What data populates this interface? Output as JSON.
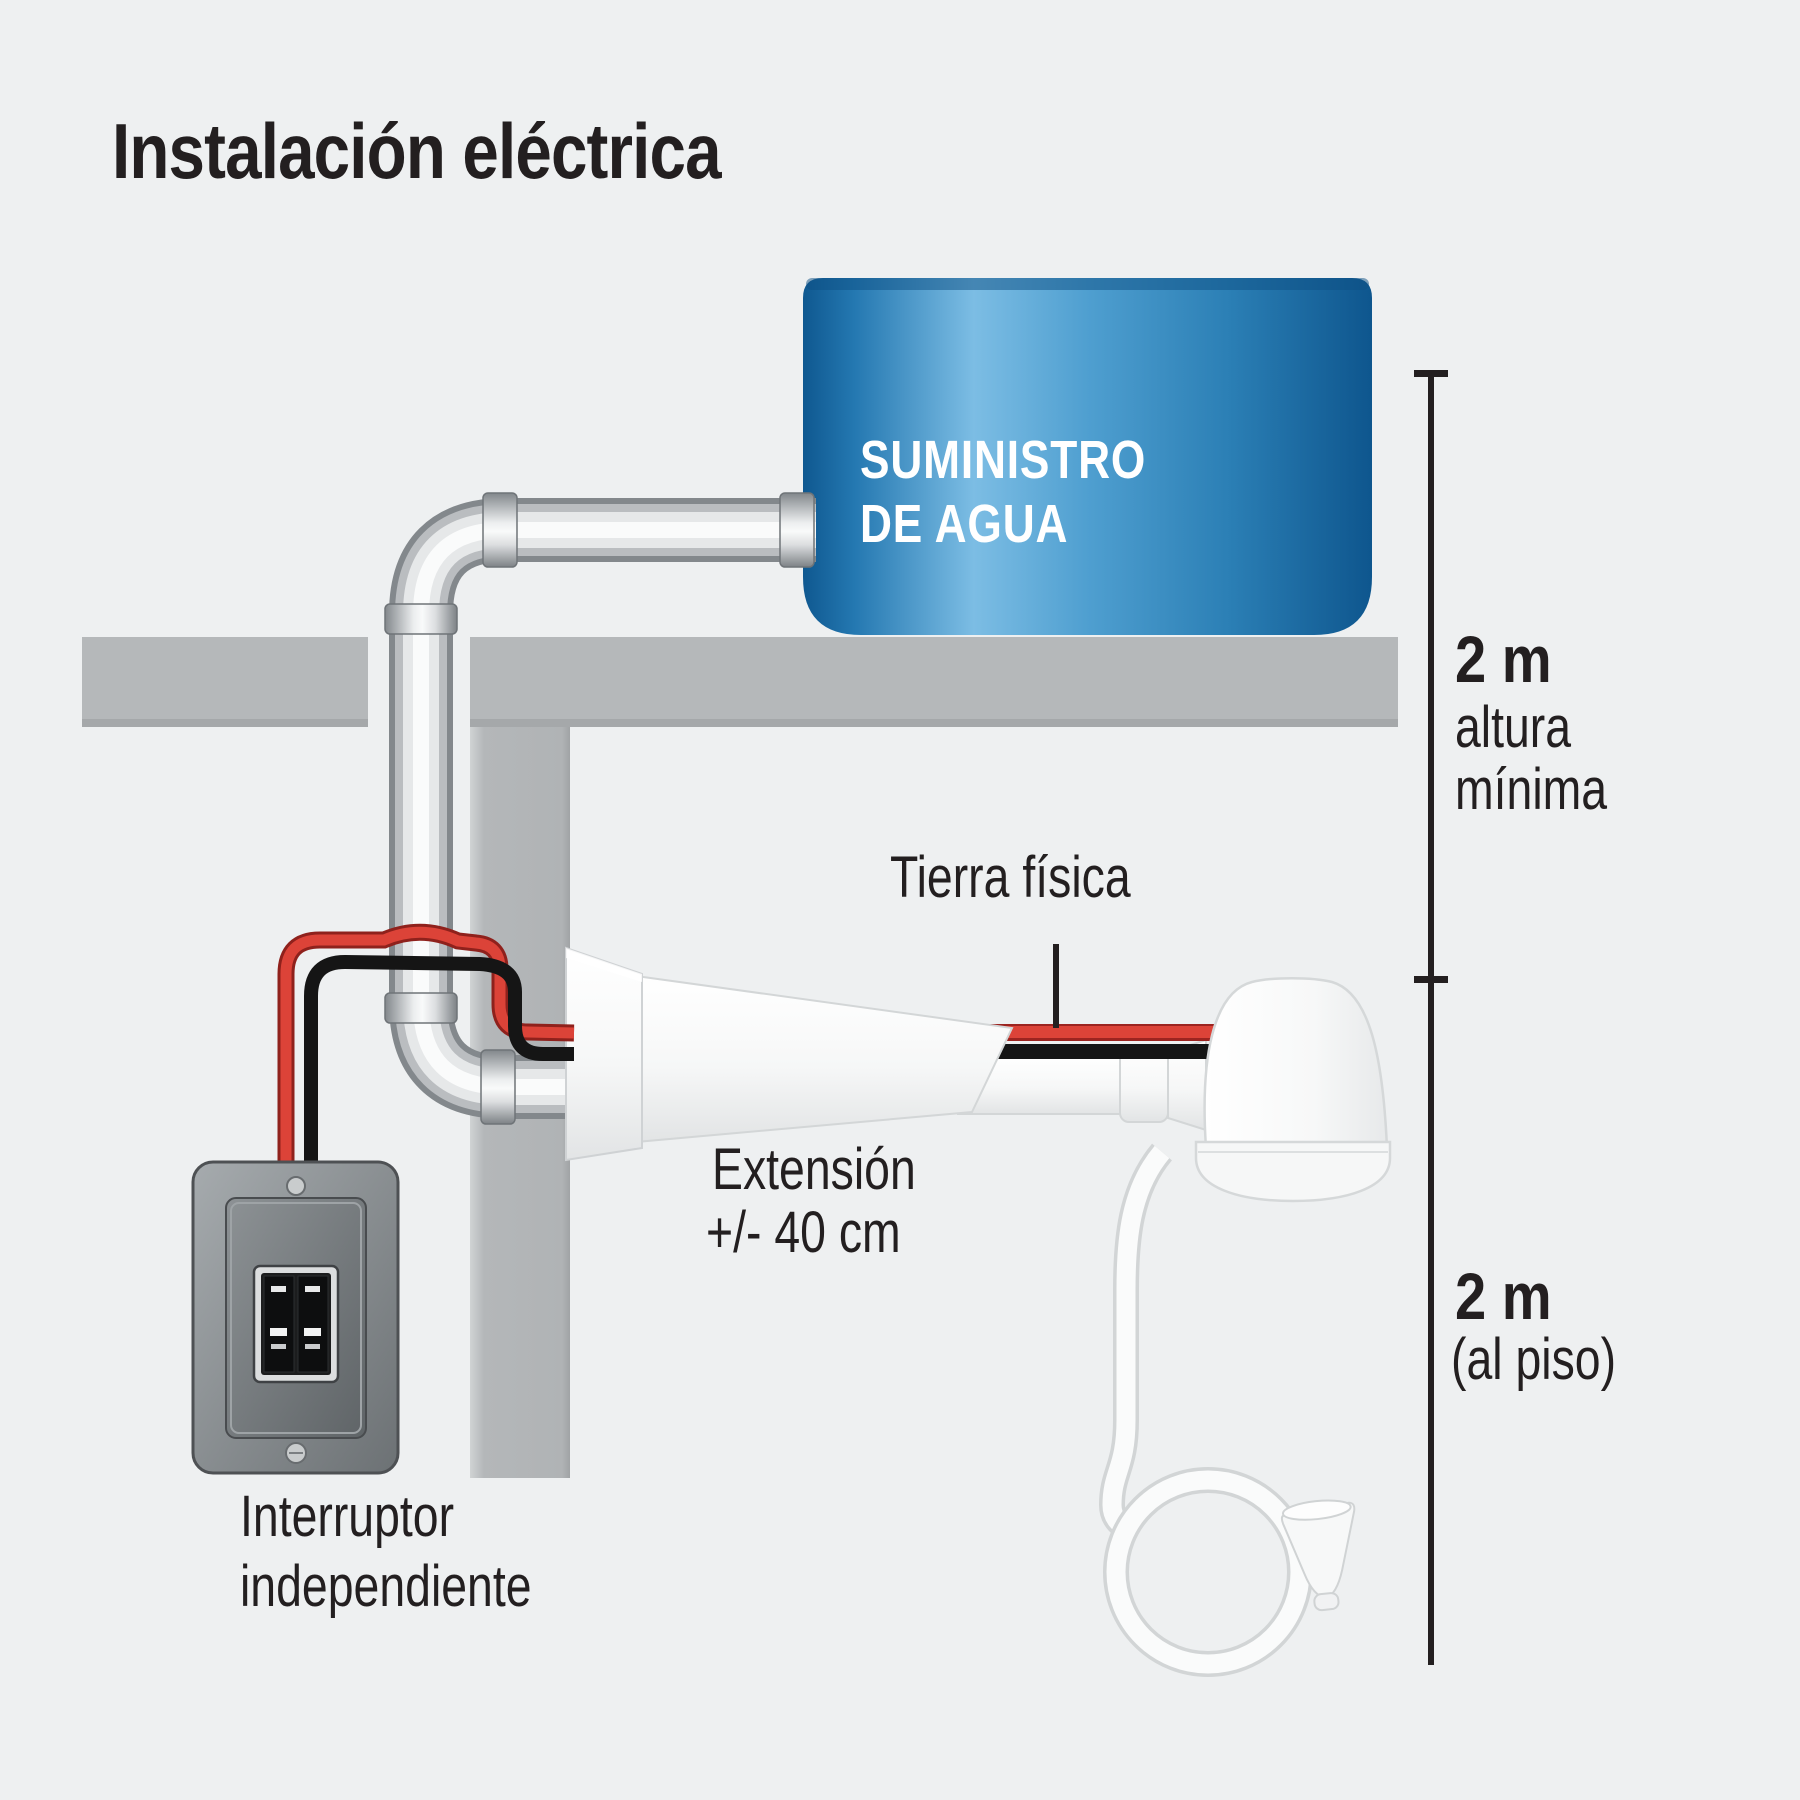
{
  "title": "Instalación eléctrica",
  "tank": {
    "label_line1": "SUMINISTRO",
    "label_line2": "DE AGUA",
    "color_dark": "#0f5890",
    "color_light": "#7cbde4"
  },
  "labels": {
    "ground": "Tierra física",
    "extension_line1": "Extensión",
    "extension_line2": "+/- 40 cm",
    "breaker_line1": "Interruptor",
    "breaker_line2": "independiente"
  },
  "measurements": {
    "upper_value": "2 m",
    "upper_caption_line1": "altura",
    "upper_caption_line2": "mínima",
    "lower_value": "2 m",
    "lower_caption": "(al piso)"
  },
  "colors": {
    "background": "#eef0f1",
    "concrete": "#b5b8ba",
    "wire_live": "#d83a31",
    "wire_neutral": "#161616",
    "text": "#231f20",
    "fixture_white": "#fafbfb"
  }
}
